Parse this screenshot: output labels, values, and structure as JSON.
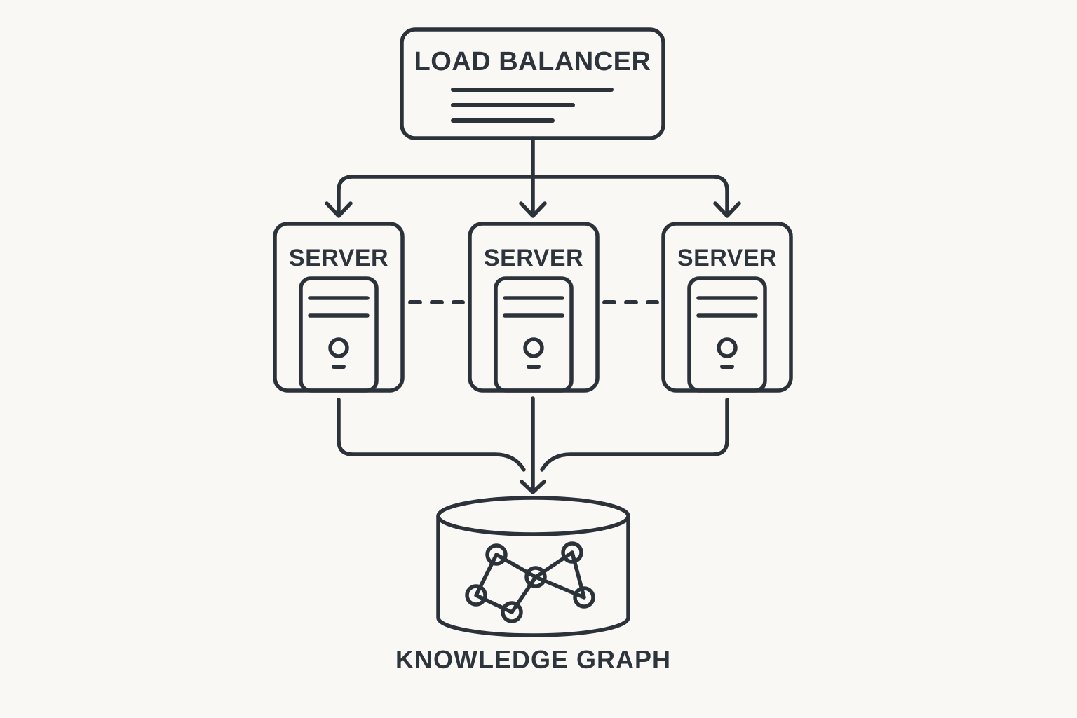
{
  "diagram": {
    "type": "architecture-flowchart",
    "colors": {
      "background": "#faf8f5",
      "node_fill": "#fcfbf9",
      "stroke": "#2c323a",
      "text": "#2e343c"
    },
    "load_balancer": {
      "label": "LOAD BALANCER",
      "icon": "text-lines-icon"
    },
    "servers": [
      {
        "label": "SERVER",
        "icon": "server-tower-icon"
      },
      {
        "label": "SERVER",
        "icon": "server-tower-icon"
      },
      {
        "label": "SERVER",
        "icon": "server-tower-icon"
      }
    ],
    "database": {
      "label": "KNOWLEDGE GRAPH",
      "icon": "database-cylinder-icon",
      "content_icon": "network-graph-icon"
    },
    "connections": [
      {
        "from": "load-balancer",
        "to": "server-1",
        "style": "solid-arrow"
      },
      {
        "from": "load-balancer",
        "to": "server-2",
        "style": "solid-arrow"
      },
      {
        "from": "load-balancer",
        "to": "server-3",
        "style": "solid-arrow"
      },
      {
        "from": "server-1",
        "to": "server-2",
        "style": "dashed"
      },
      {
        "from": "server-2",
        "to": "server-3",
        "style": "dashed"
      },
      {
        "from": "server-1",
        "to": "knowledge-graph",
        "style": "solid-arrow"
      },
      {
        "from": "server-2",
        "to": "knowledge-graph",
        "style": "solid-arrow"
      },
      {
        "from": "server-3",
        "to": "knowledge-graph",
        "style": "solid-arrow"
      }
    ]
  }
}
